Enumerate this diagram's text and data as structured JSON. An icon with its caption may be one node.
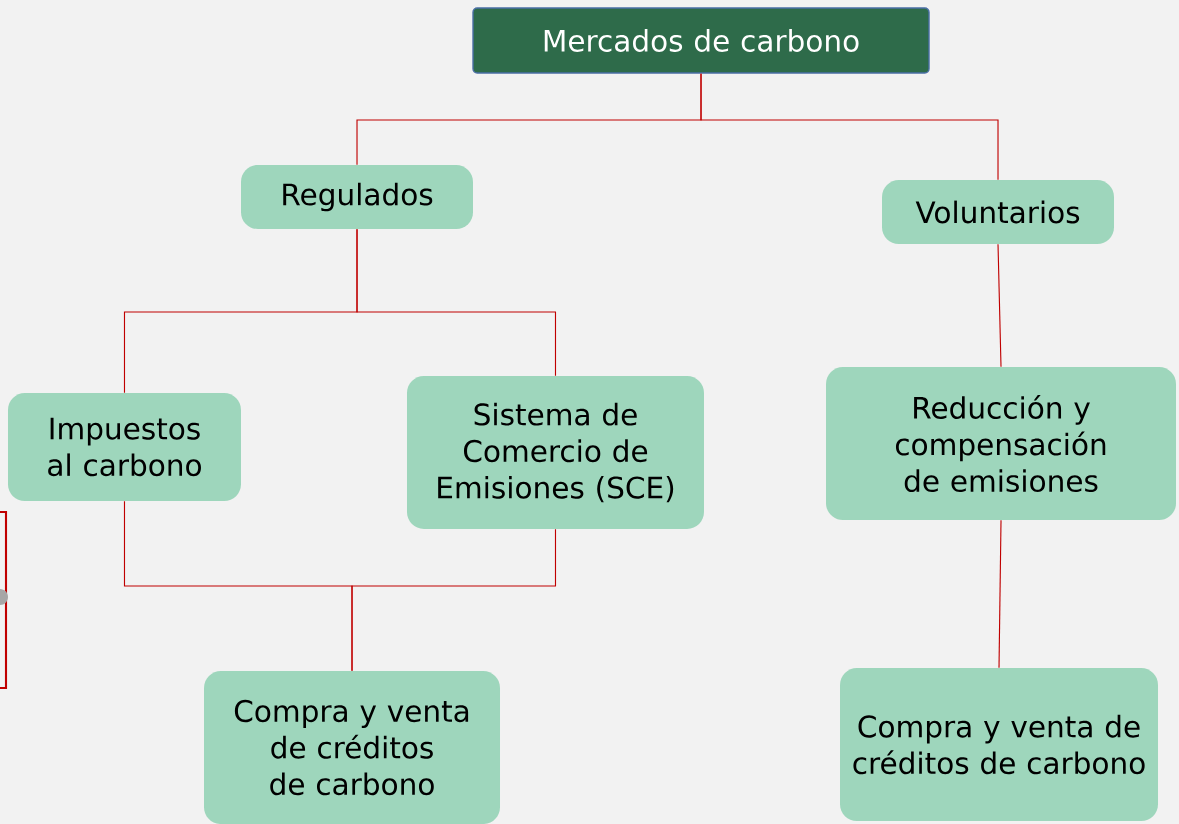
{
  "diagram": {
    "nodes": [
      {
        "text": [
          "Mercados de carbono"
        ]
      },
      {
        "text": [
          "Regulados"
        ]
      },
      {
        "text": [
          "Voluntarios"
        ]
      },
      {
        "text": [
          "Impuestos al carbono"
        ]
      },
      {
        "text": [
          "Sistema de Comercio de Emisiones (SCE)"
        ]
      },
      {
        "text": [
          "Reducción y compensación de emisiones"
        ]
      },
      {
        "text": [
          "Compra y venta de créditos de carbono"
        ]
      },
      {
        "text": [
          "Compra y venta de créditos de carbono"
        ]
      }
    ],
    "edges": [
      {
        "from": 0,
        "to": 1,
        "arrow": "none"
      },
      {
        "from": 0,
        "to": 2,
        "arrow": "none"
      },
      {
        "from": 1,
        "to": 3,
        "arrow": "none"
      },
      {
        "from": 1,
        "to": 4,
        "arrow": "none"
      },
      {
        "from": 2,
        "to": 5,
        "arrow": "none"
      },
      {
        "from": 3,
        "to": 6,
        "arrow": "none"
      },
      {
        "from": 4,
        "to": 6,
        "arrow": "none"
      },
      {
        "from": 5,
        "to": 7,
        "arrow": "none"
      }
    ]
  }
}
